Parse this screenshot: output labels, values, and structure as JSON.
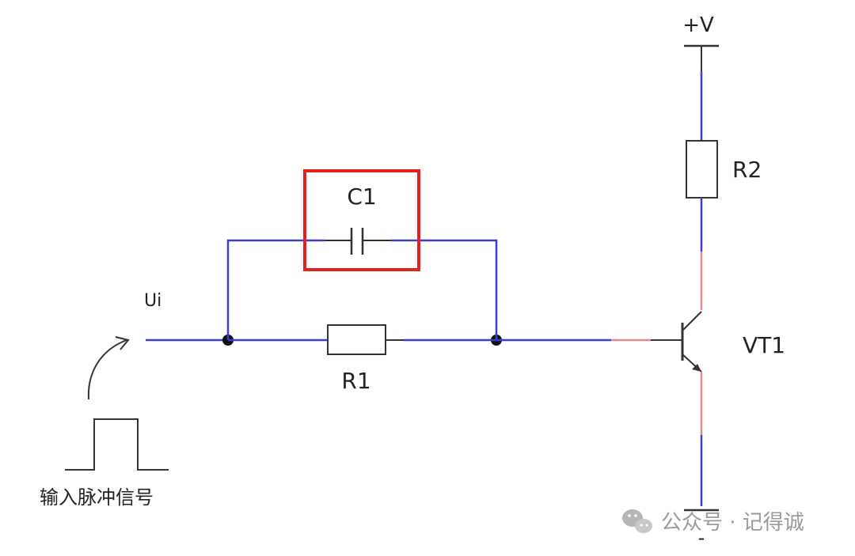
{
  "labels": {
    "supply": "+V",
    "r2": "R2",
    "c1": "C1",
    "input": "Ui",
    "r1": "R1",
    "vt1": "VT1",
    "input_caption": "输入脉冲信号",
    "ground": "-"
  },
  "watermark": {
    "text": "公众号 · 记得诚",
    "icon": "wechat-icon"
  },
  "colors": {
    "wire": "#3a3ad6",
    "wire_highlight": "#d98a8a",
    "component": "#333333",
    "highlight_box": "#e0241b"
  }
}
